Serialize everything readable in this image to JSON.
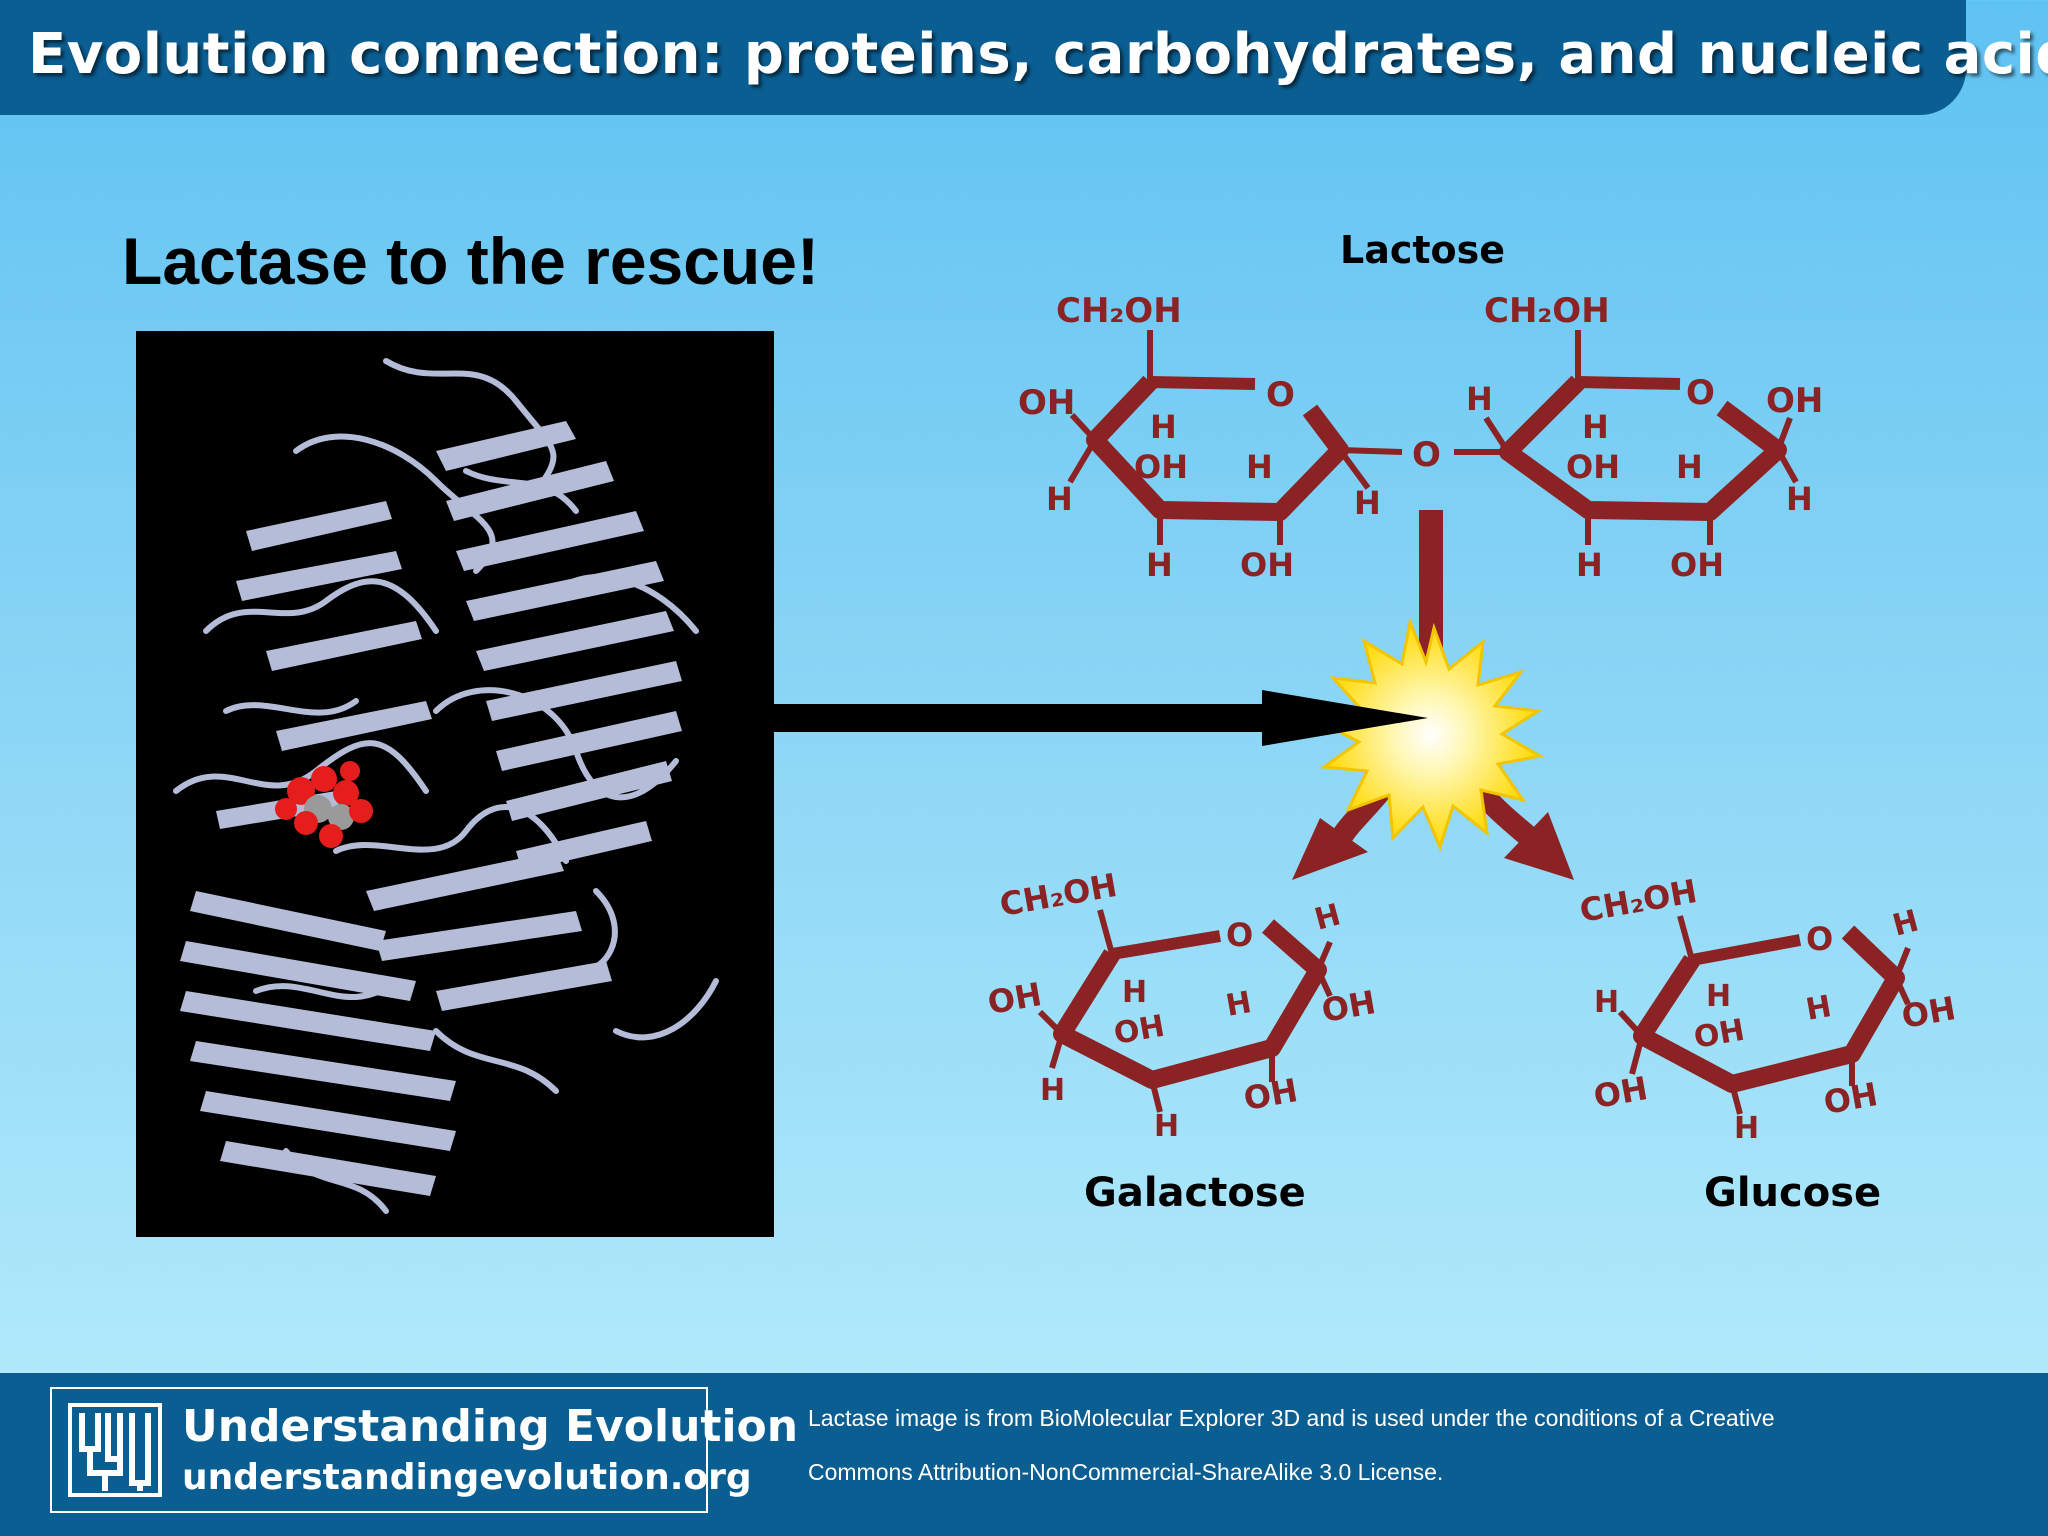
{
  "header": {
    "title": "Evolution connection: proteins, carbohydrates, and nucleic acids"
  },
  "heading": "Lactase to the rescue!",
  "molecules": {
    "lactose": {
      "label": "Lactose",
      "left_ring": {
        "ch2oh": "CH₂OH",
        "o": "O",
        "oh_left": "OH",
        "h_upper": "H",
        "oh_mid": "OH",
        "h_mid": "H",
        "h_left": "H",
        "h_low": "H",
        "oh_low": "OH",
        "h_right": "H"
      },
      "bridge_o": "O",
      "right_ring": {
        "ch2oh": "CH₂OH",
        "o": "O",
        "oh_right": "OH",
        "h_left": "H",
        "h_upper": "H",
        "oh_mid": "OH",
        "h_mid": "H",
        "h_right": "H",
        "h_low": "H",
        "oh_low": "OH"
      }
    },
    "galactose": {
      "label": "Galactose",
      "ch2oh": "CH₂OH",
      "o": "O",
      "h_top": "H",
      "oh_left": "OH",
      "h_upper": "H",
      "h_mid": "H",
      "oh_mid": "OH",
      "oh_right": "OH",
      "h_left": "H",
      "h_low": "H",
      "oh_low": "OH"
    },
    "glucose": {
      "label": "Glucose",
      "ch2oh": "CH₂OH",
      "o": "O",
      "h_top": "H",
      "h_left": "H",
      "h_upper": "H",
      "h_mid": "H",
      "oh_mid": "OH",
      "oh_right": "OH",
      "oh_left": "OH",
      "h_low": "H",
      "oh_low": "OH"
    }
  },
  "footer": {
    "logo_name": "Understanding Evolution",
    "logo_url": "understandingevolution.org",
    "credit_line_1": "Lactase image is from BioMolecular Explorer 3D and is used under the conditions of a Creative",
    "credit_line_2": "Commons Attribution-NonCommercial-ShareAlike 3.0 License."
  },
  "colors": {
    "header_bg": "#0b5e92",
    "molecule": "#8b2325",
    "arrow": "#000000",
    "starburst": "#ffe600",
    "ribbon": "#b4bcd8",
    "ligand": "#e61d1d"
  }
}
